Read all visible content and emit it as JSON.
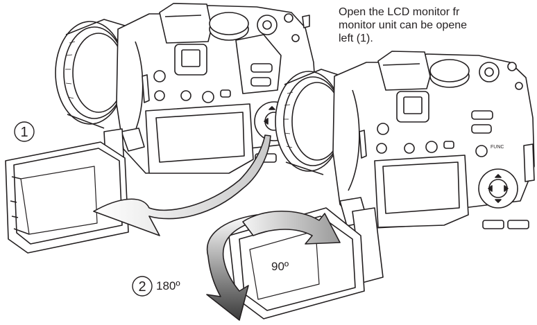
{
  "instruction": {
    "line1": "Open the LCD monitor fr",
    "line2": "monitor unit can be opene",
    "line3": "left (1)."
  },
  "callouts": {
    "step1_number": "1",
    "step2_number": "2",
    "step2_angle": "180º",
    "inner_angle": "90º"
  }
}
